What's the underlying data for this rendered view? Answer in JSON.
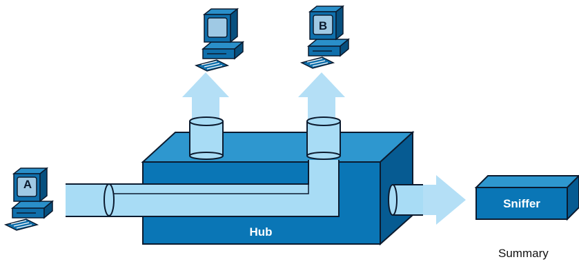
{
  "diagram": {
    "hub_label": "Hub",
    "sniffer_label": "Sniffer",
    "computer_a_label": "A",
    "computer_b_label": "B",
    "caption": "Summary"
  },
  "colors": {
    "hub_front": "#0a76b6",
    "hub_top": "#2e97cf",
    "hub_side": "#065b92",
    "pipe": "#a8dcf5",
    "arrow": "#b4dff6",
    "outline": "#0b1a2e",
    "label_text": "#ffffff"
  }
}
